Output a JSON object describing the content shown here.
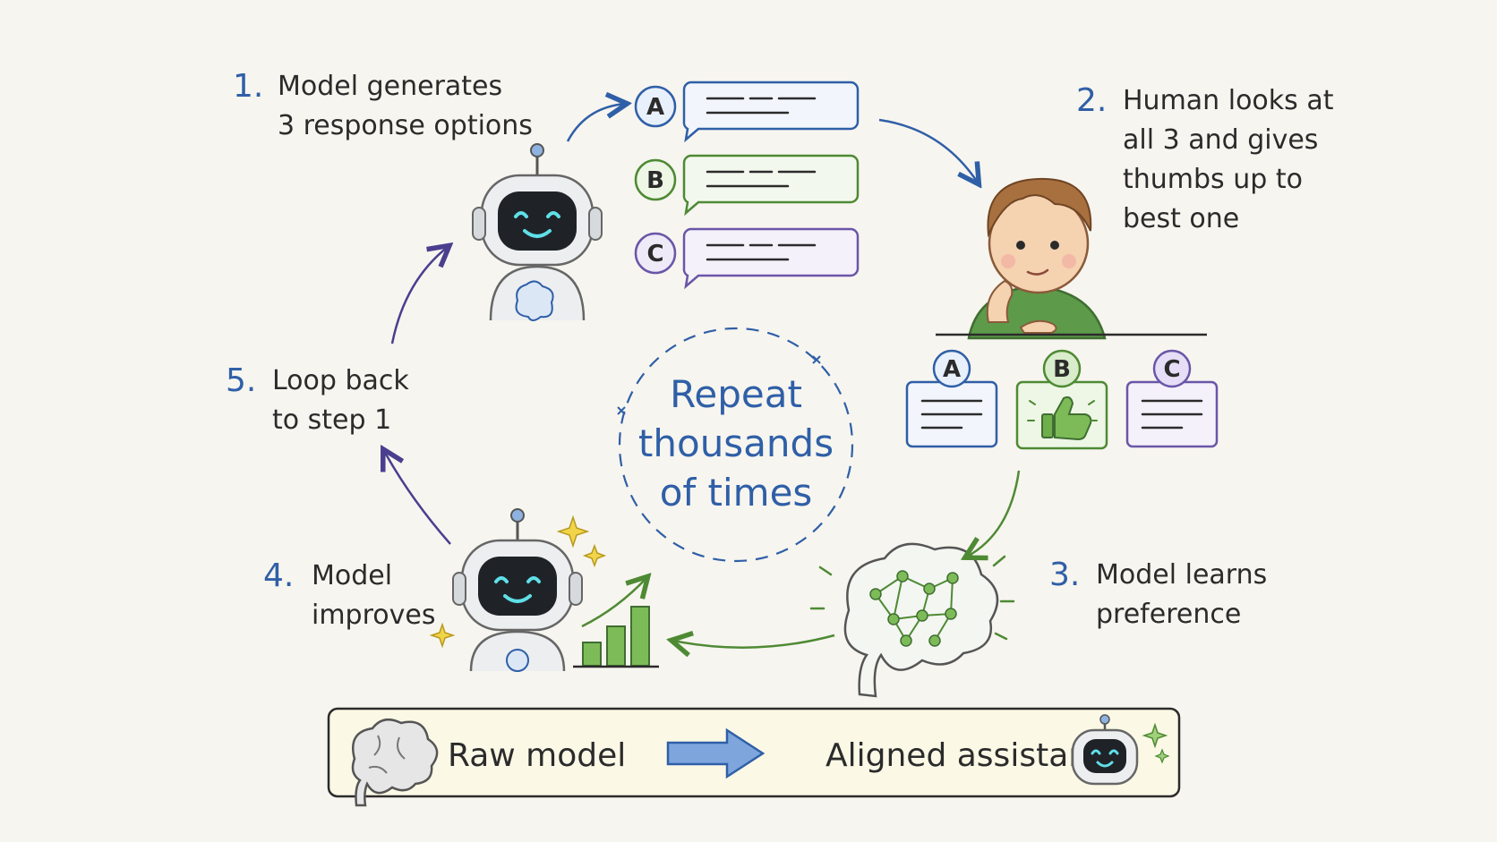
{
  "steps": {
    "s1": {
      "num": "1.",
      "line1": "Model generates",
      "line2": "3 response options"
    },
    "s2": {
      "num": "2.",
      "line1": "Human looks at",
      "line2": "all 3 and gives",
      "line3": "thumbs up to",
      "line4": "best one"
    },
    "s3": {
      "num": "3.",
      "line1": "Model learns",
      "line2": "preference"
    },
    "s4": {
      "num": "4.",
      "line1": "Model",
      "line2": "improves"
    },
    "s5": {
      "num": "5.",
      "line1": "Loop back",
      "line2": "to step 1"
    }
  },
  "center": {
    "line1": "Repeat",
    "line2": "thousands",
    "line3": "of times"
  },
  "options": [
    "A",
    "B",
    "C"
  ],
  "banner": {
    "from": "Raw model",
    "to": "Aligned assistant"
  },
  "colors": {
    "blue": "#2f5fa7",
    "green": "#4e8a34",
    "purple": "#6a56a8",
    "paper": "#f7f5ef",
    "ink": "#2b2b2b"
  },
  "icons": [
    "robot-icon",
    "speech-bubble-icon",
    "child-icon",
    "thumbs-up-icon",
    "brain-icon",
    "bar-chart-icon",
    "sparkle-icon",
    "arrow-right-icon"
  ]
}
